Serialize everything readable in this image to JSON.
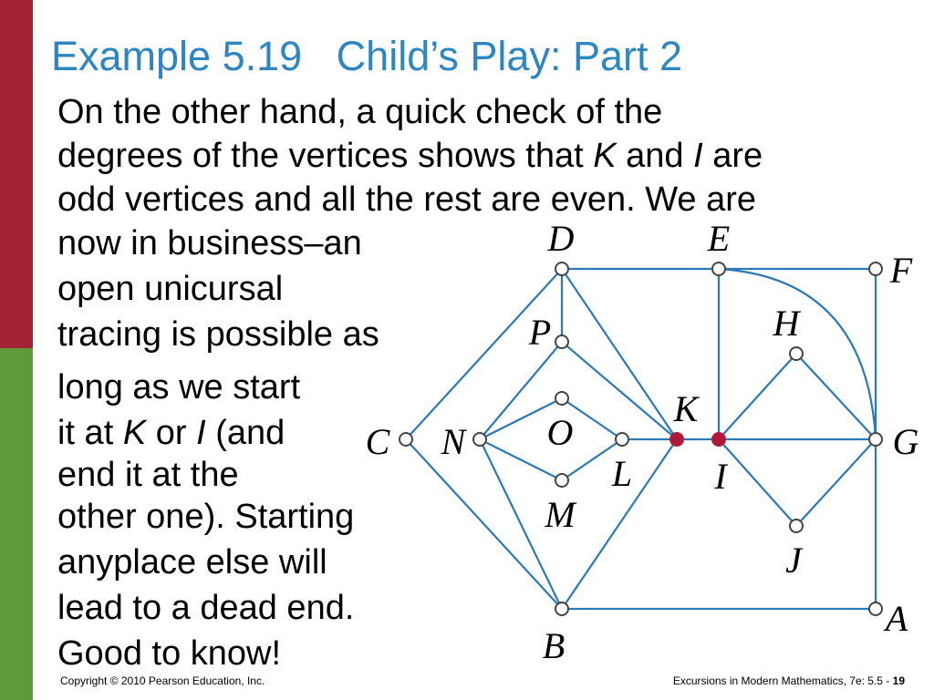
{
  "slide": {
    "title": "Example 5.19   Child’s Play: Part 2",
    "line1": "On the other hand, a quick check of the",
    "line2_pre": "degrees of the vertices shows that ",
    "line2_k": "K",
    "line2_mid": " and ",
    "line2_i": "I",
    "line2_post": " are",
    "line3": "odd vertices and all the rest are even. We are",
    "line4": "now in business–an",
    "line5": "open unicursal",
    "line6": "tracing is possible as",
    "line7": "long as we start",
    "line8_pre": "it at ",
    "line8_k": "K",
    "line8_mid": " or ",
    "line8_i": "I",
    "line8_post": " (and",
    "line9": "end it at the",
    "line10": "other one). Starting",
    "line11": "anyplace else will",
    "line12": "lead to a dead end.",
    "line13": "Good to know!"
  },
  "footer": {
    "copyright": "Copyright © 2010 Pearson Education, Inc.",
    "book": "Excursions in Modern Mathematics, 7e: 5.5 - ",
    "page": "19"
  },
  "graph": {
    "vertices": [
      {
        "id": "D",
        "label": "D",
        "highlight": false
      },
      {
        "id": "E",
        "label": "E",
        "highlight": false
      },
      {
        "id": "F",
        "label": "F",
        "highlight": false
      },
      {
        "id": "P",
        "label": "P",
        "highlight": false
      },
      {
        "id": "H",
        "label": "H",
        "highlight": false
      },
      {
        "id": "C",
        "label": "C",
        "highlight": false
      },
      {
        "id": "N",
        "label": "N",
        "highlight": false
      },
      {
        "id": "O",
        "label": "O",
        "highlight": false
      },
      {
        "id": "L",
        "label": "L",
        "highlight": false
      },
      {
        "id": "K",
        "label": "K",
        "highlight": true
      },
      {
        "id": "I",
        "label": "I",
        "highlight": true
      },
      {
        "id": "G",
        "label": "G",
        "highlight": false
      },
      {
        "id": "M",
        "label": "M",
        "highlight": false
      },
      {
        "id": "J",
        "label": "J",
        "highlight": false
      },
      {
        "id": "B",
        "label": "B",
        "highlight": false
      },
      {
        "id": "A",
        "label": "A",
        "highlight": false
      }
    ],
    "edges": [
      [
        "D",
        "E"
      ],
      [
        "E",
        "F"
      ],
      [
        "F",
        "G"
      ],
      [
        "G",
        "A"
      ],
      [
        "A",
        "B"
      ],
      [
        "C",
        "D"
      ],
      [
        "C",
        "B"
      ],
      [
        "D",
        "P"
      ],
      [
        "D",
        "K"
      ],
      [
        "P",
        "N"
      ],
      [
        "P",
        "K"
      ],
      [
        "N",
        "O"
      ],
      [
        "N",
        "M"
      ],
      [
        "O",
        "L"
      ],
      [
        "M",
        "L"
      ],
      [
        "N",
        "B"
      ],
      [
        "L",
        "K"
      ],
      [
        "K",
        "I"
      ],
      [
        "I",
        "G"
      ],
      [
        "B",
        "K"
      ],
      [
        "E",
        "I"
      ],
      [
        "I",
        "H"
      ],
      [
        "H",
        "G"
      ],
      [
        "I",
        "J"
      ],
      [
        "J",
        "G"
      ],
      [
        "E",
        "G"
      ]
    ],
    "colors": {
      "edge": "#2a7ab8",
      "highlight": "#b01a3a"
    }
  },
  "colors": {
    "title": "#2e86c1",
    "side_top": "#a32233",
    "side_bottom": "#5f9a3a"
  }
}
